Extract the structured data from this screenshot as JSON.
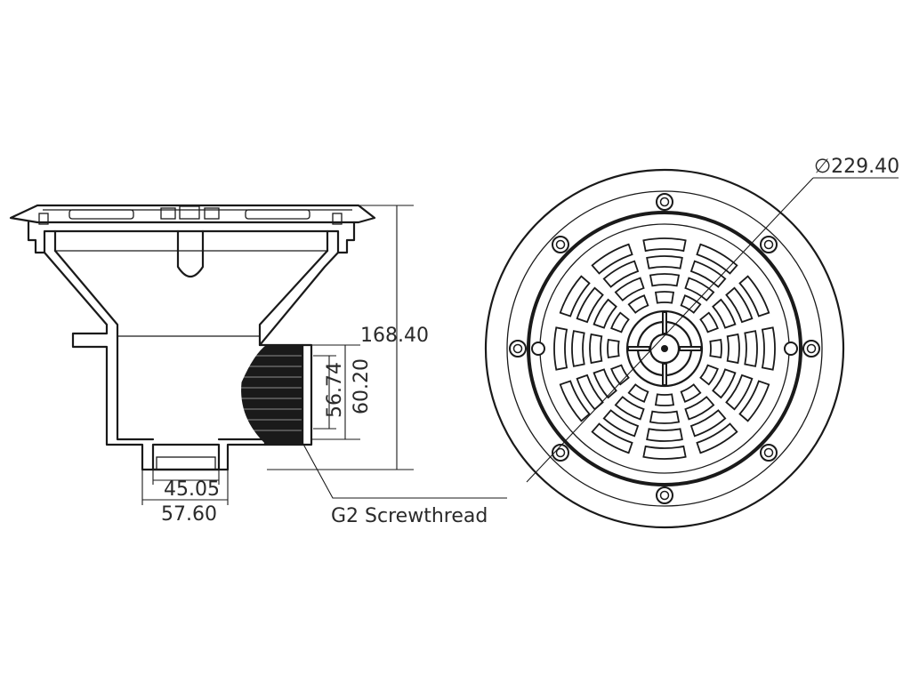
{
  "dimensions": {
    "height": "168.40",
    "thread_inner": "56.74",
    "thread_outer": "60.20",
    "outlet_inner": "45.05",
    "outlet_outer": "57.60",
    "cover_diameter": "∅229.40"
  },
  "annotation": {
    "thread_label": "G2 Screwthread"
  },
  "colors": {
    "line": "#1a1a1a",
    "background": "#ffffff"
  }
}
